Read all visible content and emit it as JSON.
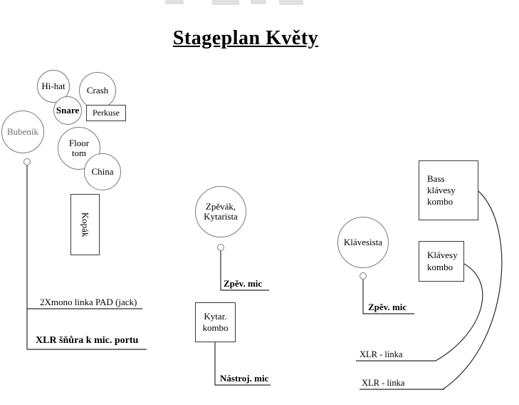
{
  "title": "Stageplan Květy",
  "drums": {
    "bubenik": "Bubeník",
    "hihat": "Hi-hat",
    "crash": "Crash",
    "snare": "Snare",
    "perkuse": "Perkuse",
    "floor_tom": "Floor\ntom",
    "china": "China",
    "kopak": "Kopák"
  },
  "cables": {
    "pad": "2Xmono linka PAD (jack)",
    "xlr_mic": "XLR šňůra k mic. portu"
  },
  "singer": {
    "label": "Zpěvák,\nKytarista",
    "vocal_mic": "Zpěv. mic",
    "guitar_combo": "Kytar.\nkombo",
    "instrument_mic": "Nástroj. mic"
  },
  "keys": {
    "player": "Klávesista",
    "bass_combo": "Bass\nklávesy\nkombo",
    "keys_combo": "Klávesy\nkombo",
    "vocal_mic": "Zpěv. mic",
    "xlr_line_top": "XLR - linka",
    "xlr_line_bottom": "XLR - linka"
  }
}
